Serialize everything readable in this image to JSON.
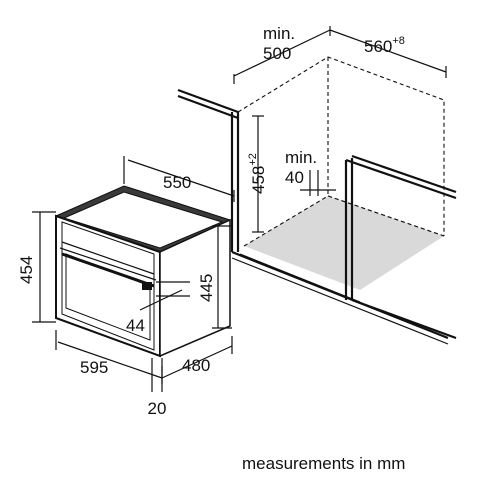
{
  "dimensions": {
    "cabinet_depth_prefix": "min.",
    "cabinet_depth": "500",
    "niche_width_base": "560",
    "niche_width_tol": "+8",
    "niche_height_base": "458",
    "niche_height_tol": "+2",
    "vent_gap_prefix": "min.",
    "vent_gap": "40",
    "oven_depth": "550",
    "oven_front_height": "454",
    "oven_body_height": "445",
    "handle_offset": "44",
    "oven_front_width": "595",
    "oven_body_width": "480",
    "door_thickness": "20"
  },
  "caption": "measurements in mm"
}
